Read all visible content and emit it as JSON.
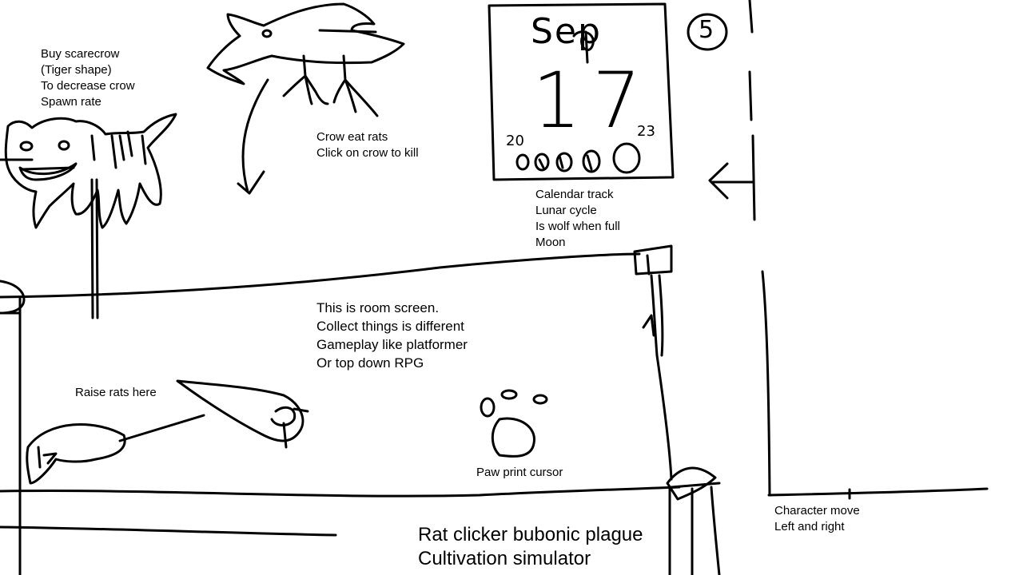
{
  "scarecrow_note": {
    "lines": [
      "Buy scarecrow",
      "(Tiger shape)",
      "To decrease crow",
      "Spawn rate"
    ]
  },
  "crow_note": {
    "lines": [
      "Crow eat rats",
      "Click on crow to kill"
    ]
  },
  "calendar": {
    "month": "Sep",
    "day": "17",
    "moon_start_day": "20",
    "moon_end_day": "23",
    "page_number": "5"
  },
  "calendar_note": {
    "lines": [
      "Calendar track",
      "Lunar cycle",
      "Is wolf when full",
      "Moon"
    ]
  },
  "room_note": {
    "lines": [
      "This is room screen.",
      "Collect things is different",
      "Gameplay like platformer",
      "Or top down RPG"
    ]
  },
  "rats_note": {
    "text": "Raise rats here"
  },
  "paw_note": {
    "text": "Paw print cursor"
  },
  "character_note": {
    "lines": [
      "Character move",
      "Left and right"
    ]
  },
  "title": {
    "lines": [
      "Rat clicker bubonic plague",
      "Cultivation simulator"
    ]
  }
}
